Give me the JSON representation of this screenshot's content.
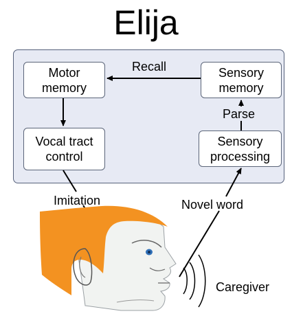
{
  "title": "Elija",
  "boxes": {
    "motor_memory": "Motor\nmemory",
    "sensory_memory": "Sensory\nmemory",
    "vocal_tract_control": "Vocal tract\ncontrol",
    "sensory_processing": "Sensory\nprocessing"
  },
  "arrows": {
    "recall": "Recall",
    "parse": "Parse",
    "imitation": "Imitation",
    "novel_word": "Novel word"
  },
  "caregiver": "Caregiver",
  "colors": {
    "panel": "#e7eaf4",
    "panel_border": "#55607a",
    "hair": "#f39221",
    "face": "#f1f3f1",
    "eye": "#2f6fb7"
  }
}
